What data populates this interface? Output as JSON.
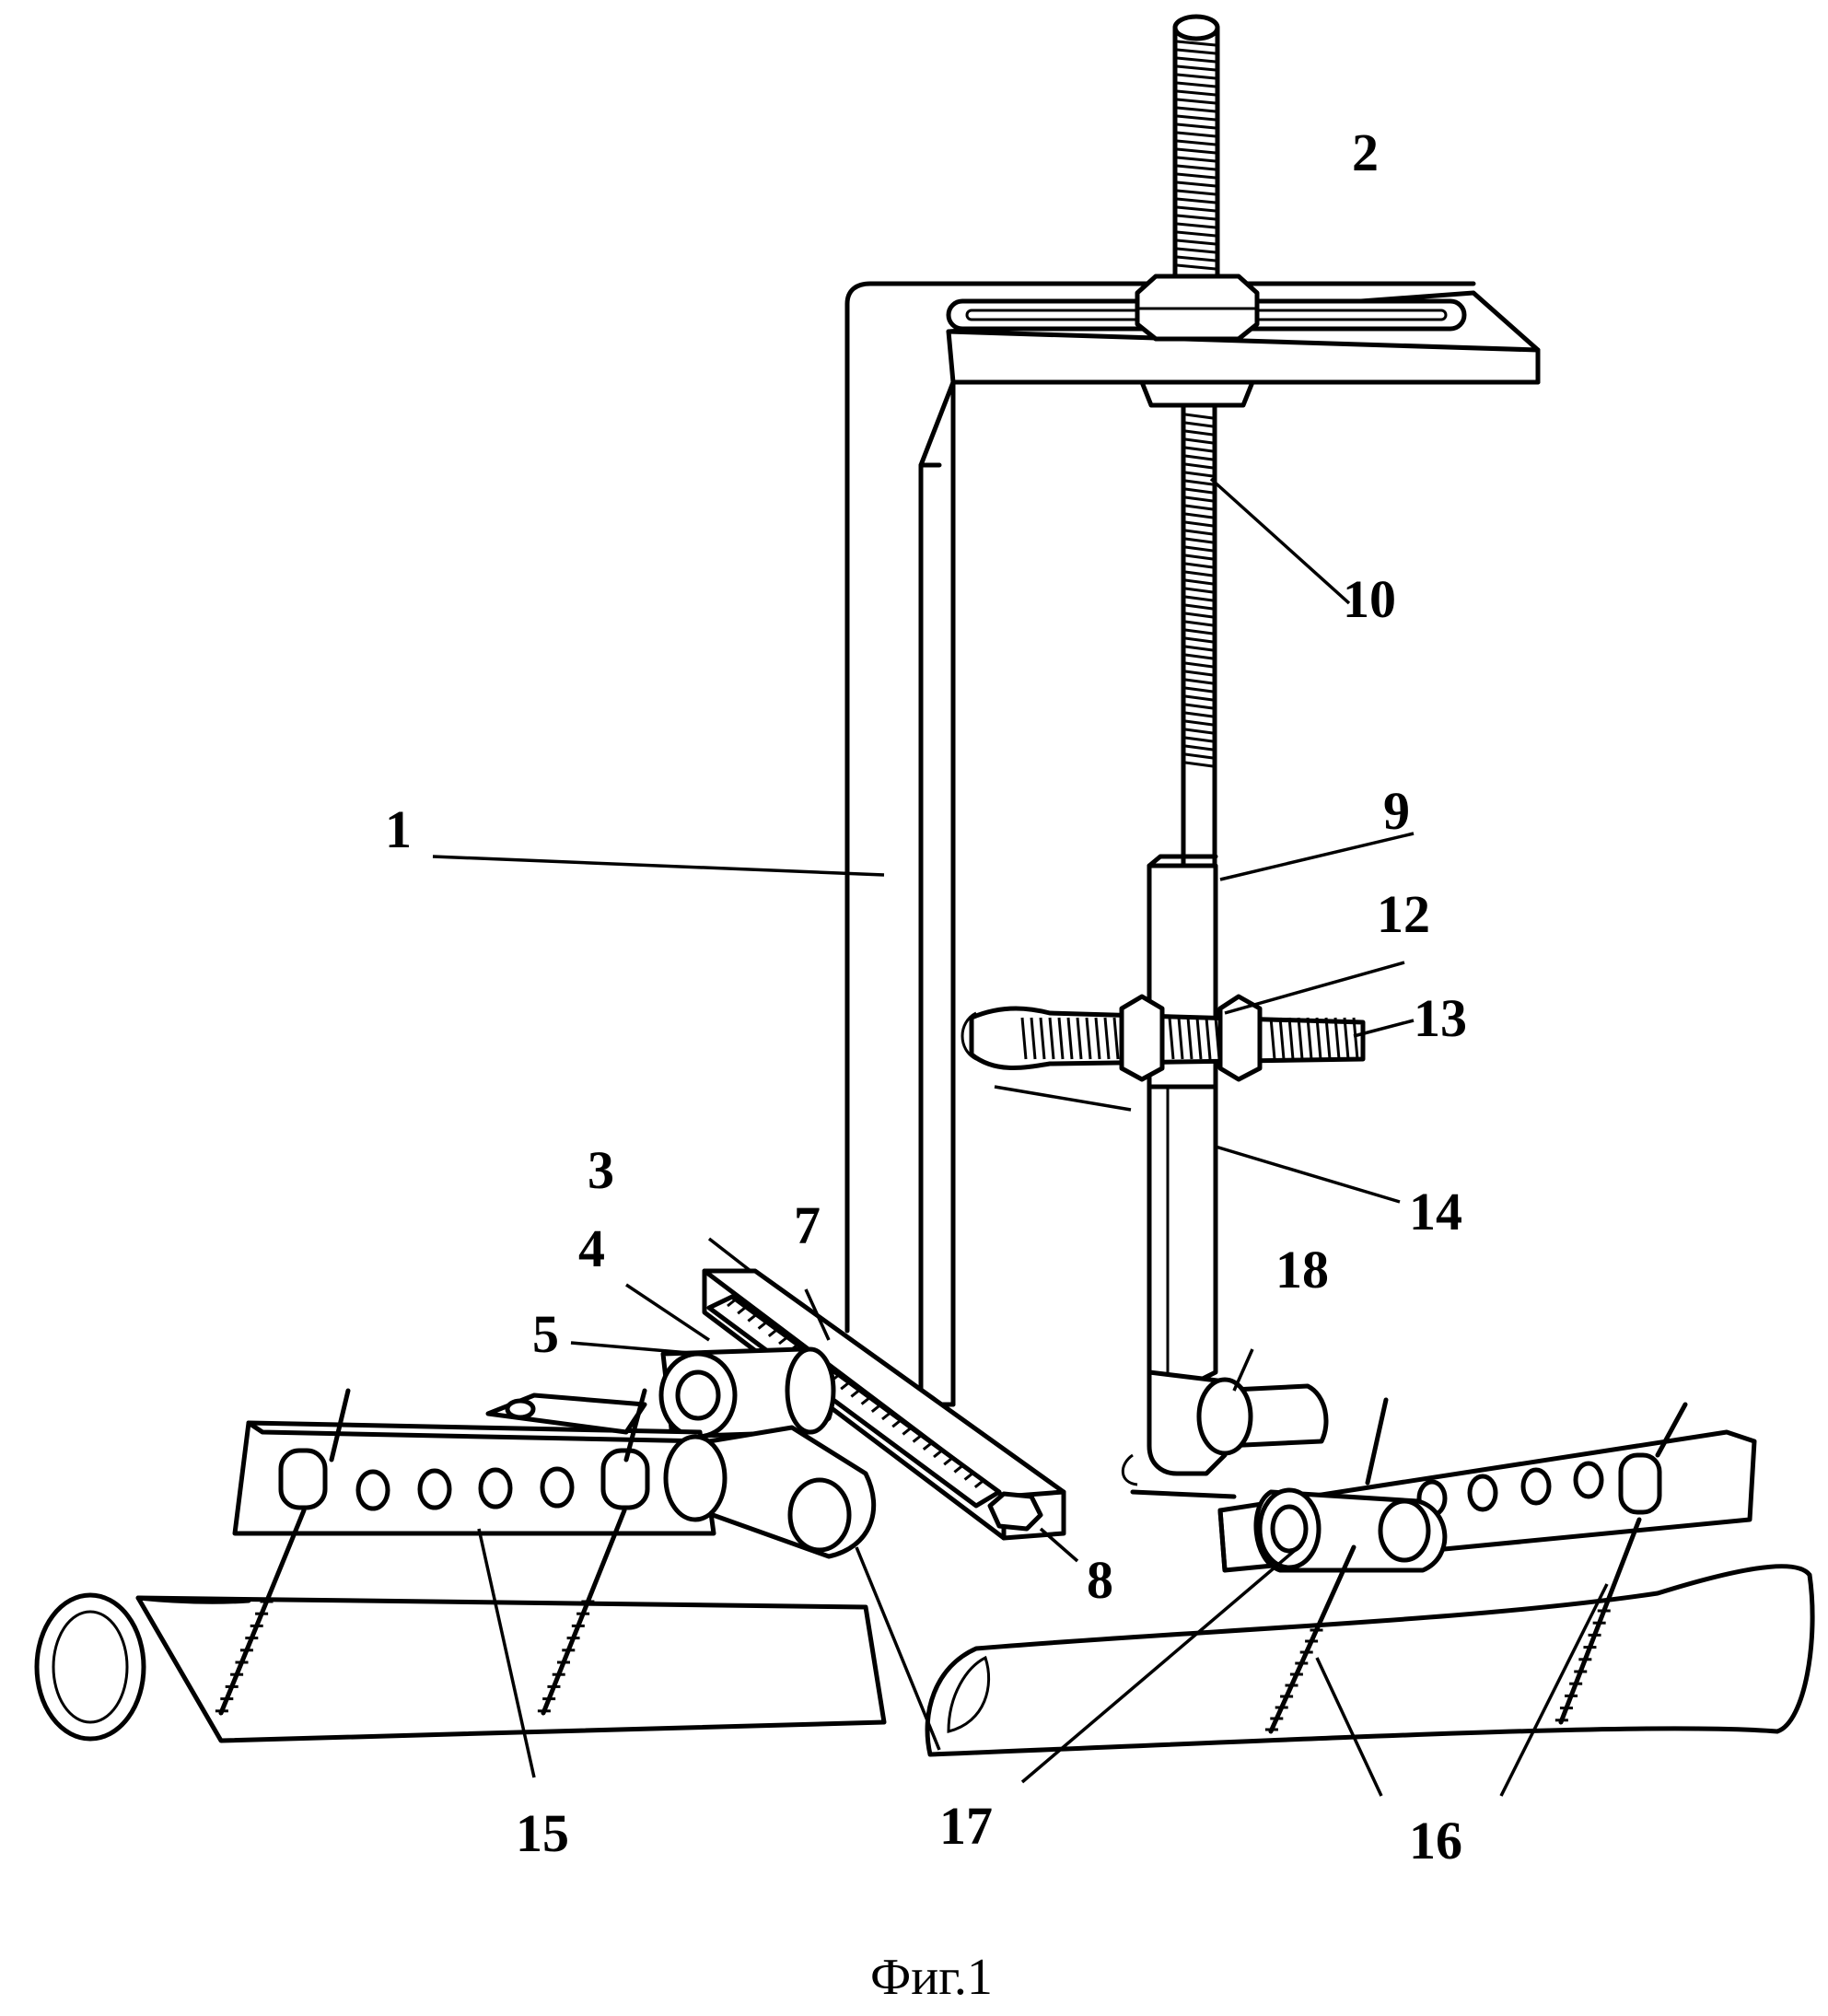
{
  "labels": {
    "l1": "1",
    "l2": "2",
    "l3": "3",
    "l4": "4",
    "l5": "5",
    "l7": "7",
    "l8": "8",
    "l9": "9",
    "l10": "10",
    "l12": "12",
    "l13": "13",
    "l14": "14",
    "l15": "15",
    "l16": "16",
    "l17": "17",
    "l18": "18"
  },
  "caption": "Фиг.1"
}
